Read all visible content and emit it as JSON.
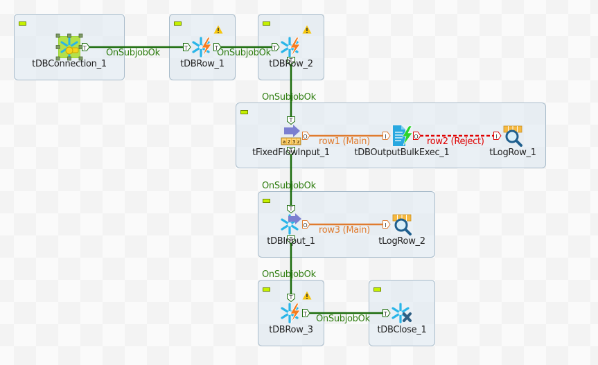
{
  "canvas": {
    "type": "job-designer",
    "colors": {
      "trigger_link": "#1a6b0a",
      "main_link": "#e07b2e",
      "reject_link": "#e00000",
      "subjob_border": "#a9bccb",
      "collapse_button": "#c5f000"
    }
  },
  "components": {
    "tDBConnection_1": {
      "label": "tDBConnection_1",
      "icon": "snowflake-key-icon",
      "selected": true
    },
    "tDBRow_1": {
      "label": "tDBRow_1",
      "icon": "snowflake-bolt-icon",
      "warning": true
    },
    "tDBRow_2": {
      "label": "tDBRow_2",
      "icon": "snowflake-bolt-icon",
      "warning": true
    },
    "tFixedFlowInput_1": {
      "label": "tFixedFlowInput_1",
      "icon": "fixed-flow-input-icon",
      "icon_text": "a23z"
    },
    "tDBOutputBulkExec_1": {
      "label": "tDBOutputBulkExec_1",
      "icon": "bulk-exec-icon"
    },
    "tLogRow_1": {
      "label": "tLogRow_1",
      "icon": "log-row-icon"
    },
    "tDBInput_1": {
      "label": "tDBInput_1",
      "icon": "snowflake-input-icon"
    },
    "tLogRow_2": {
      "label": "tLogRow_2",
      "icon": "log-row-icon"
    },
    "tDBRow_3": {
      "label": "tDBRow_3",
      "icon": "snowflake-bolt-icon",
      "warning": true
    },
    "tDBClose_1": {
      "label": "tDBClose_1",
      "icon": "snowflake-close-icon"
    }
  },
  "links": {
    "ok1": {
      "label": "OnSubjobOk",
      "from": "tDBConnection_1",
      "to": "tDBRow_1",
      "type": "trigger"
    },
    "ok2": {
      "label": "OnSubjobOk",
      "from": "tDBRow_1",
      "to": "tDBRow_2",
      "type": "trigger"
    },
    "ok3": {
      "label": "OnSubjobOk",
      "from": "tDBRow_2",
      "to": "tFixedFlowInput_1",
      "type": "trigger"
    },
    "row1": {
      "label": "row1 (Main)",
      "from": "tFixedFlowInput_1",
      "to": "tDBOutputBulkExec_1",
      "type": "main"
    },
    "row2": {
      "label": "row2 (Reject)",
      "from": "tDBOutputBulkExec_1",
      "to": "tLogRow_1",
      "type": "reject"
    },
    "ok4": {
      "label": "OnSubjobOk",
      "from": "tFixedFlowInput_1",
      "to": "tDBInput_1",
      "type": "trigger"
    },
    "row3": {
      "label": "row3 (Main)",
      "from": "tDBInput_1",
      "to": "tLogRow_2",
      "type": "main"
    },
    "ok5": {
      "label": "OnSubjobOk",
      "from": "tDBInput_1",
      "to": "tDBRow_3",
      "type": "trigger"
    },
    "ok6": {
      "label": "OnSubjobOk",
      "from": "tDBRow_3",
      "to": "tDBClose_1",
      "type": "trigger"
    }
  },
  "port_labels": {
    "trigger": "T",
    "output": "O",
    "input": "I"
  }
}
